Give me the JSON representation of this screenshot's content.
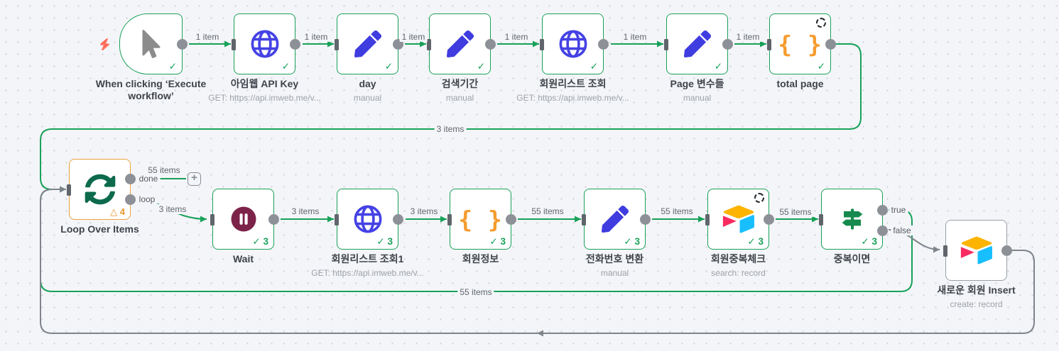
{
  "canvas": {
    "background": "#f4f5f8",
    "accent_green": "#18A159",
    "accent_orange": "#E9A13D",
    "gray_line": "#8B9097"
  },
  "plus_button": "+",
  "ports": {
    "done": "done",
    "loop": "loop",
    "true": "true",
    "false": "false"
  },
  "edges": {
    "e1": "1 item",
    "e2": "1 item",
    "e3": "1 item",
    "e4": "1 item",
    "e5": "1 item",
    "e6": "1 item",
    "e7": "3 items",
    "e8": "55 items",
    "e9": "3 items",
    "e10": "3 items",
    "e11": "3 items",
    "e12": "55 items",
    "e13": "55 items",
    "e14": "55 items",
    "e15": "55 items"
  },
  "nodes": {
    "trigger": {
      "label": "When clicking ‘Execute workflow’",
      "icon": "mouse-pointer-icon",
      "status": "✓"
    },
    "imweb_api_key": {
      "label": "아임웹 API Key",
      "sublabel": "GET: https://api.imweb.me/v...",
      "icon": "globe-icon",
      "status": "✓"
    },
    "day": {
      "label": "day",
      "sublabel": "manual",
      "icon": "pencil-icon",
      "status": "✓"
    },
    "search_period": {
      "label": "검색기간",
      "sublabel": "manual",
      "icon": "pencil-icon",
      "status": "✓"
    },
    "member_list": {
      "label": "회원리스트 조회",
      "sublabel": "GET: https://api.imweb.me/v...",
      "icon": "globe-icon",
      "status": "✓"
    },
    "page_vars": {
      "label": "Page 변수들",
      "sublabel": "manual",
      "icon": "pencil-icon",
      "status": "✓"
    },
    "total_page": {
      "label": "total page",
      "icon": "braces-icon",
      "status": "✓"
    },
    "loop_over_items": {
      "label": "Loop Over Items",
      "icon": "loop-icon",
      "warning": "△ 4"
    },
    "wait": {
      "label": "Wait",
      "icon": "pause-icon",
      "status": "✓ 3"
    },
    "member_list1": {
      "label": "회원리스트 조회1",
      "sublabel": "GET: https://api.imweb.me/v...",
      "icon": "globe-icon",
      "status": "✓ 3"
    },
    "member_info": {
      "label": "회원정보",
      "icon": "braces-icon",
      "status": "✓ 3"
    },
    "phone_convert": {
      "label": "전화번호 변환",
      "sublabel": "manual",
      "icon": "pencil-icon",
      "status": "✓ 3"
    },
    "dup_check": {
      "label": "회원중복체크",
      "sublabel": "search: record",
      "icon": "airtable-icon",
      "status": "✓ 3"
    },
    "if_duplicate": {
      "label": "중복이면",
      "icon": "signpost-icon",
      "status": "✓ 3"
    },
    "insert_new_member": {
      "label": "새로운 회원 Insert",
      "sublabel": "create: record",
      "icon": "airtable-icon"
    }
  }
}
